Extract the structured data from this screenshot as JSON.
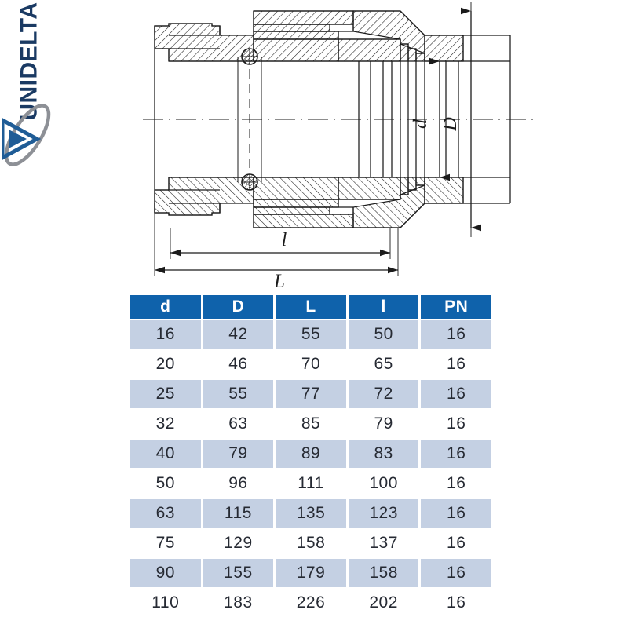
{
  "brand": {
    "name": "UNIDELTA",
    "logo_color": "#1a3a63",
    "swoosh_color": "#8d9096",
    "mark_color": "#1f5c96"
  },
  "drawing": {
    "title": "compression-fitting-cross-section",
    "dimension_labels": {
      "d": "d",
      "D": "D",
      "l": "l",
      "L": "L"
    },
    "line_color": "#1b1b1b",
    "hatch_color": "#1b1b1b",
    "oring_color": "#2a2a2a"
  },
  "table": {
    "header_bg": "#0f62ab",
    "header_text_color": "#ffffff",
    "shaded_row_bg": "#c4d0e3",
    "columns": [
      "d",
      "D",
      "L",
      "l",
      "PN"
    ],
    "rows": [
      [
        "16",
        "42",
        "55",
        "50",
        "16"
      ],
      [
        "20",
        "46",
        "70",
        "65",
        "16"
      ],
      [
        "25",
        "55",
        "77",
        "72",
        "16"
      ],
      [
        "32",
        "63",
        "85",
        "79",
        "16"
      ],
      [
        "40",
        "79",
        "89",
        "83",
        "16"
      ],
      [
        "50",
        "96",
        "111",
        "100",
        "16"
      ],
      [
        "63",
        "115",
        "135",
        "123",
        "16"
      ],
      [
        "75",
        "129",
        "158",
        "137",
        "16"
      ],
      [
        "90",
        "155",
        "179",
        "158",
        "16"
      ],
      [
        "110",
        "183",
        "226",
        "202",
        "16"
      ]
    ]
  }
}
